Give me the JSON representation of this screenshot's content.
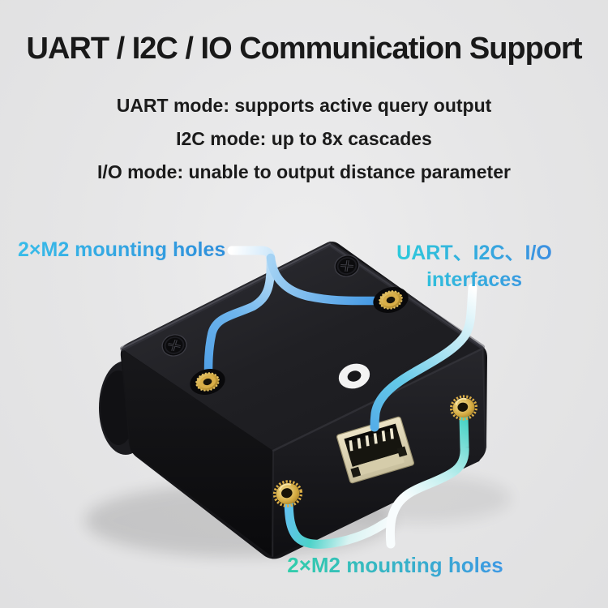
{
  "title": "UART / I2C / IO Communication Support",
  "features": [
    "UART mode: supports active query output",
    "I2C mode: up to 8x cascades",
    "I/O mode: unable to output distance parameter"
  ],
  "callouts": {
    "top_left": "2×M2 mounting holes",
    "top_right_line1": "UART、I2C、I/O",
    "top_right_line2": "interfaces",
    "bottom": "2×M2 mounting holes"
  },
  "device": {
    "description": "black distance-sensor module, isometric product photo",
    "parts": [
      "top-mounting-insert-left",
      "top-mounting-insert-right",
      "front-mounting-insert",
      "side-mounting-insert",
      "phillips-screw-left",
      "phillips-screw-right",
      "white-indicator-ring",
      "uart-i2c-io-connector",
      "lens-barrel"
    ]
  },
  "colors": {
    "background": "#e5e5e6",
    "title_text": "#191919",
    "label_blue": "#2f8fdb",
    "label_cyan": "#2bd3da",
    "label_teal": "#31cfa9",
    "line_blue": "#4f9fe6",
    "line_cyan": "#5fc8e8",
    "line_teal": "#49d3c6",
    "line_white": "#f8fcfd",
    "device_body": "#17171a",
    "brass": "#d2a83f",
    "connector_beige": "#ded5b4"
  }
}
